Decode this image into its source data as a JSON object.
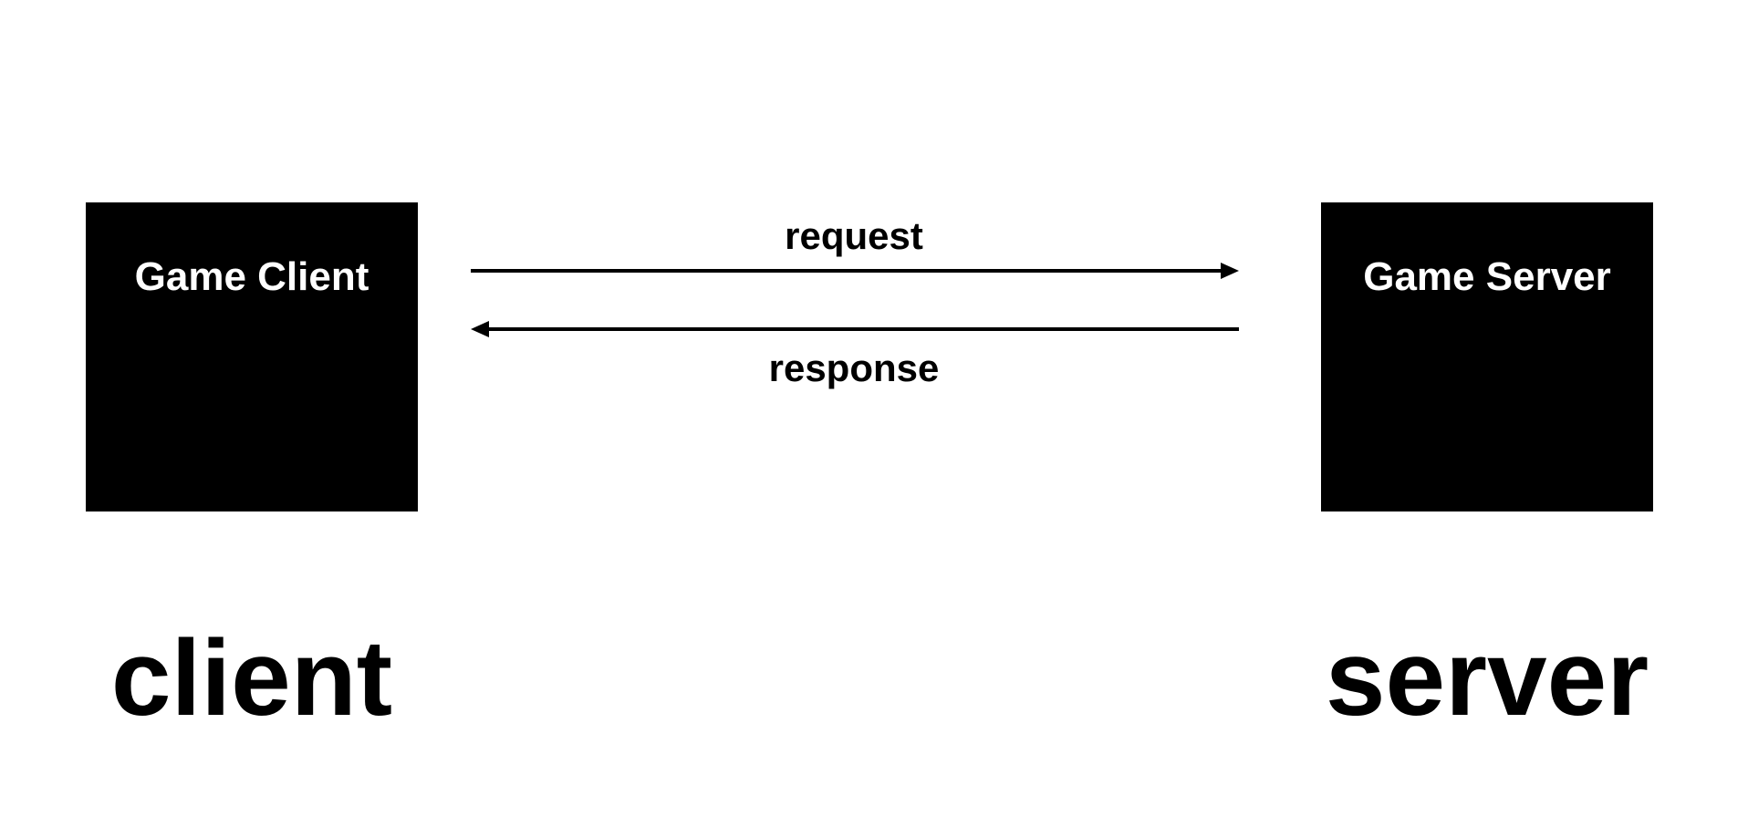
{
  "nodes": {
    "client_box": {
      "label": "Game Client"
    },
    "server_box": {
      "label": "Game Server"
    }
  },
  "edges": {
    "request": {
      "label": "request",
      "from": "Game Client",
      "to": "Game Server"
    },
    "response": {
      "label": "response",
      "from": "Game Server",
      "to": "Game Client"
    }
  },
  "captions": {
    "client": "client",
    "server": "server"
  },
  "colors": {
    "node_fill": "#000000",
    "node_text": "#ffffff",
    "line": "#000000",
    "background": "#ffffff"
  }
}
